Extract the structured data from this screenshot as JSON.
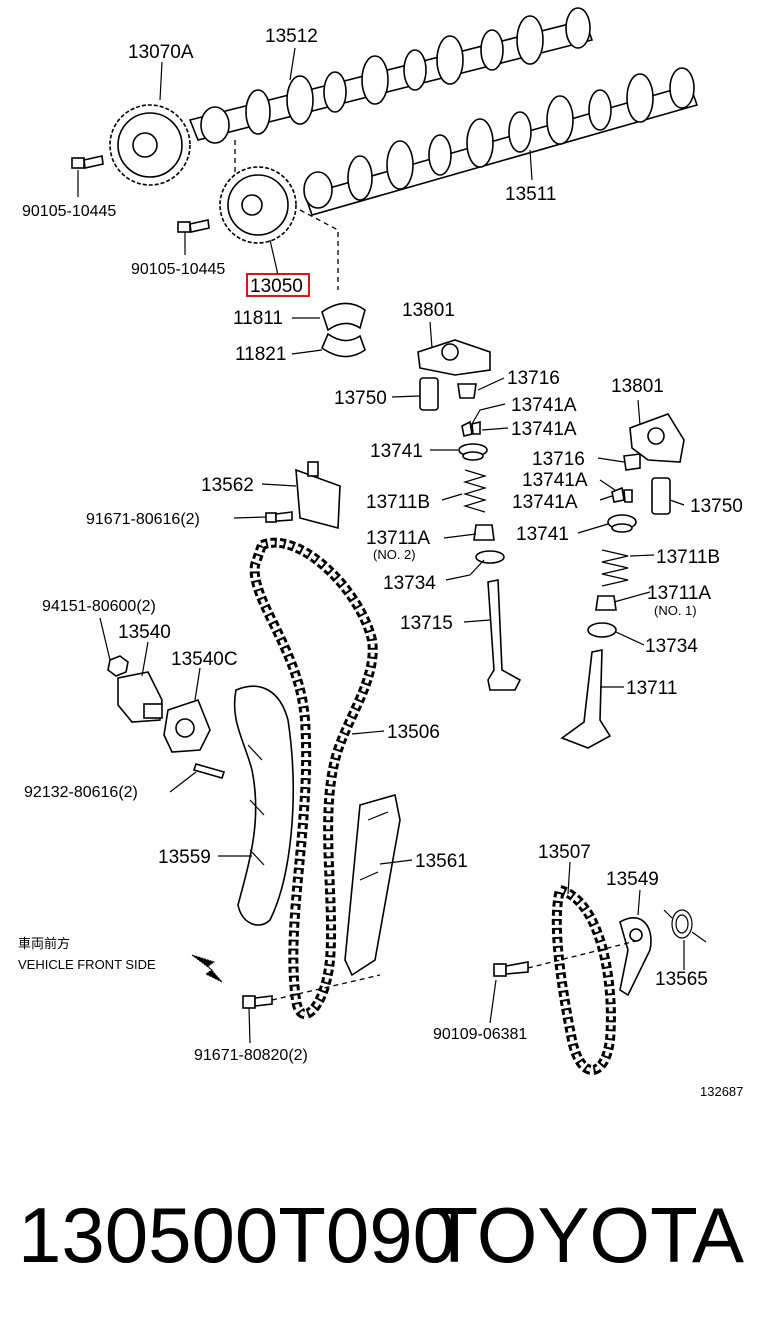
{
  "labels": {
    "l13070A": "13070A",
    "l13512": "13512",
    "l13511": "13511",
    "l90105a": "90105-10445",
    "l90105b": "90105-10445",
    "l13050": "13050",
    "l11811": "11811",
    "l11821": "11821",
    "l13801a": "13801",
    "l13801b": "13801",
    "l13750a": "13750",
    "l13750b": "13750",
    "l13716a": "13716",
    "l13716b": "13716",
    "l13741A1": "13741A",
    "l13741A2": "13741A",
    "l13741A3": "13741A",
    "l13741A4": "13741A",
    "l13741a": "13741",
    "l13741b": "13741",
    "l13711Ba": "13711B",
    "l13711Bb": "13711B",
    "l13711Aa": "13711A",
    "l13711Ab": "13711A",
    "lno2": "(NO. 2)",
    "lno1": "(NO. 1)",
    "l13734a": "13734",
    "l13734b": "13734",
    "l13715": "13715",
    "l13711": "13711",
    "l13562": "13562",
    "l91671a": "91671-80616(2)",
    "l94151": "94151-80600(2)",
    "l13540": "13540",
    "l13540C": "13540C",
    "l13506": "13506",
    "l92132": "92132-80616(2)",
    "l13559": "13559",
    "l13561": "13561",
    "l13507": "13507",
    "l13549": "13549",
    "l13565": "13565",
    "l90109": "90109-06381",
    "l91671b": "91671-80820(2)",
    "front_jp": "車両前方",
    "front_en": "VEHICLE FRONT SIDE",
    "code": "132687"
  },
  "highlight_color": "#cc0000",
  "footer": {
    "part_number": "130500T090",
    "brand": "TOYOTA"
  }
}
